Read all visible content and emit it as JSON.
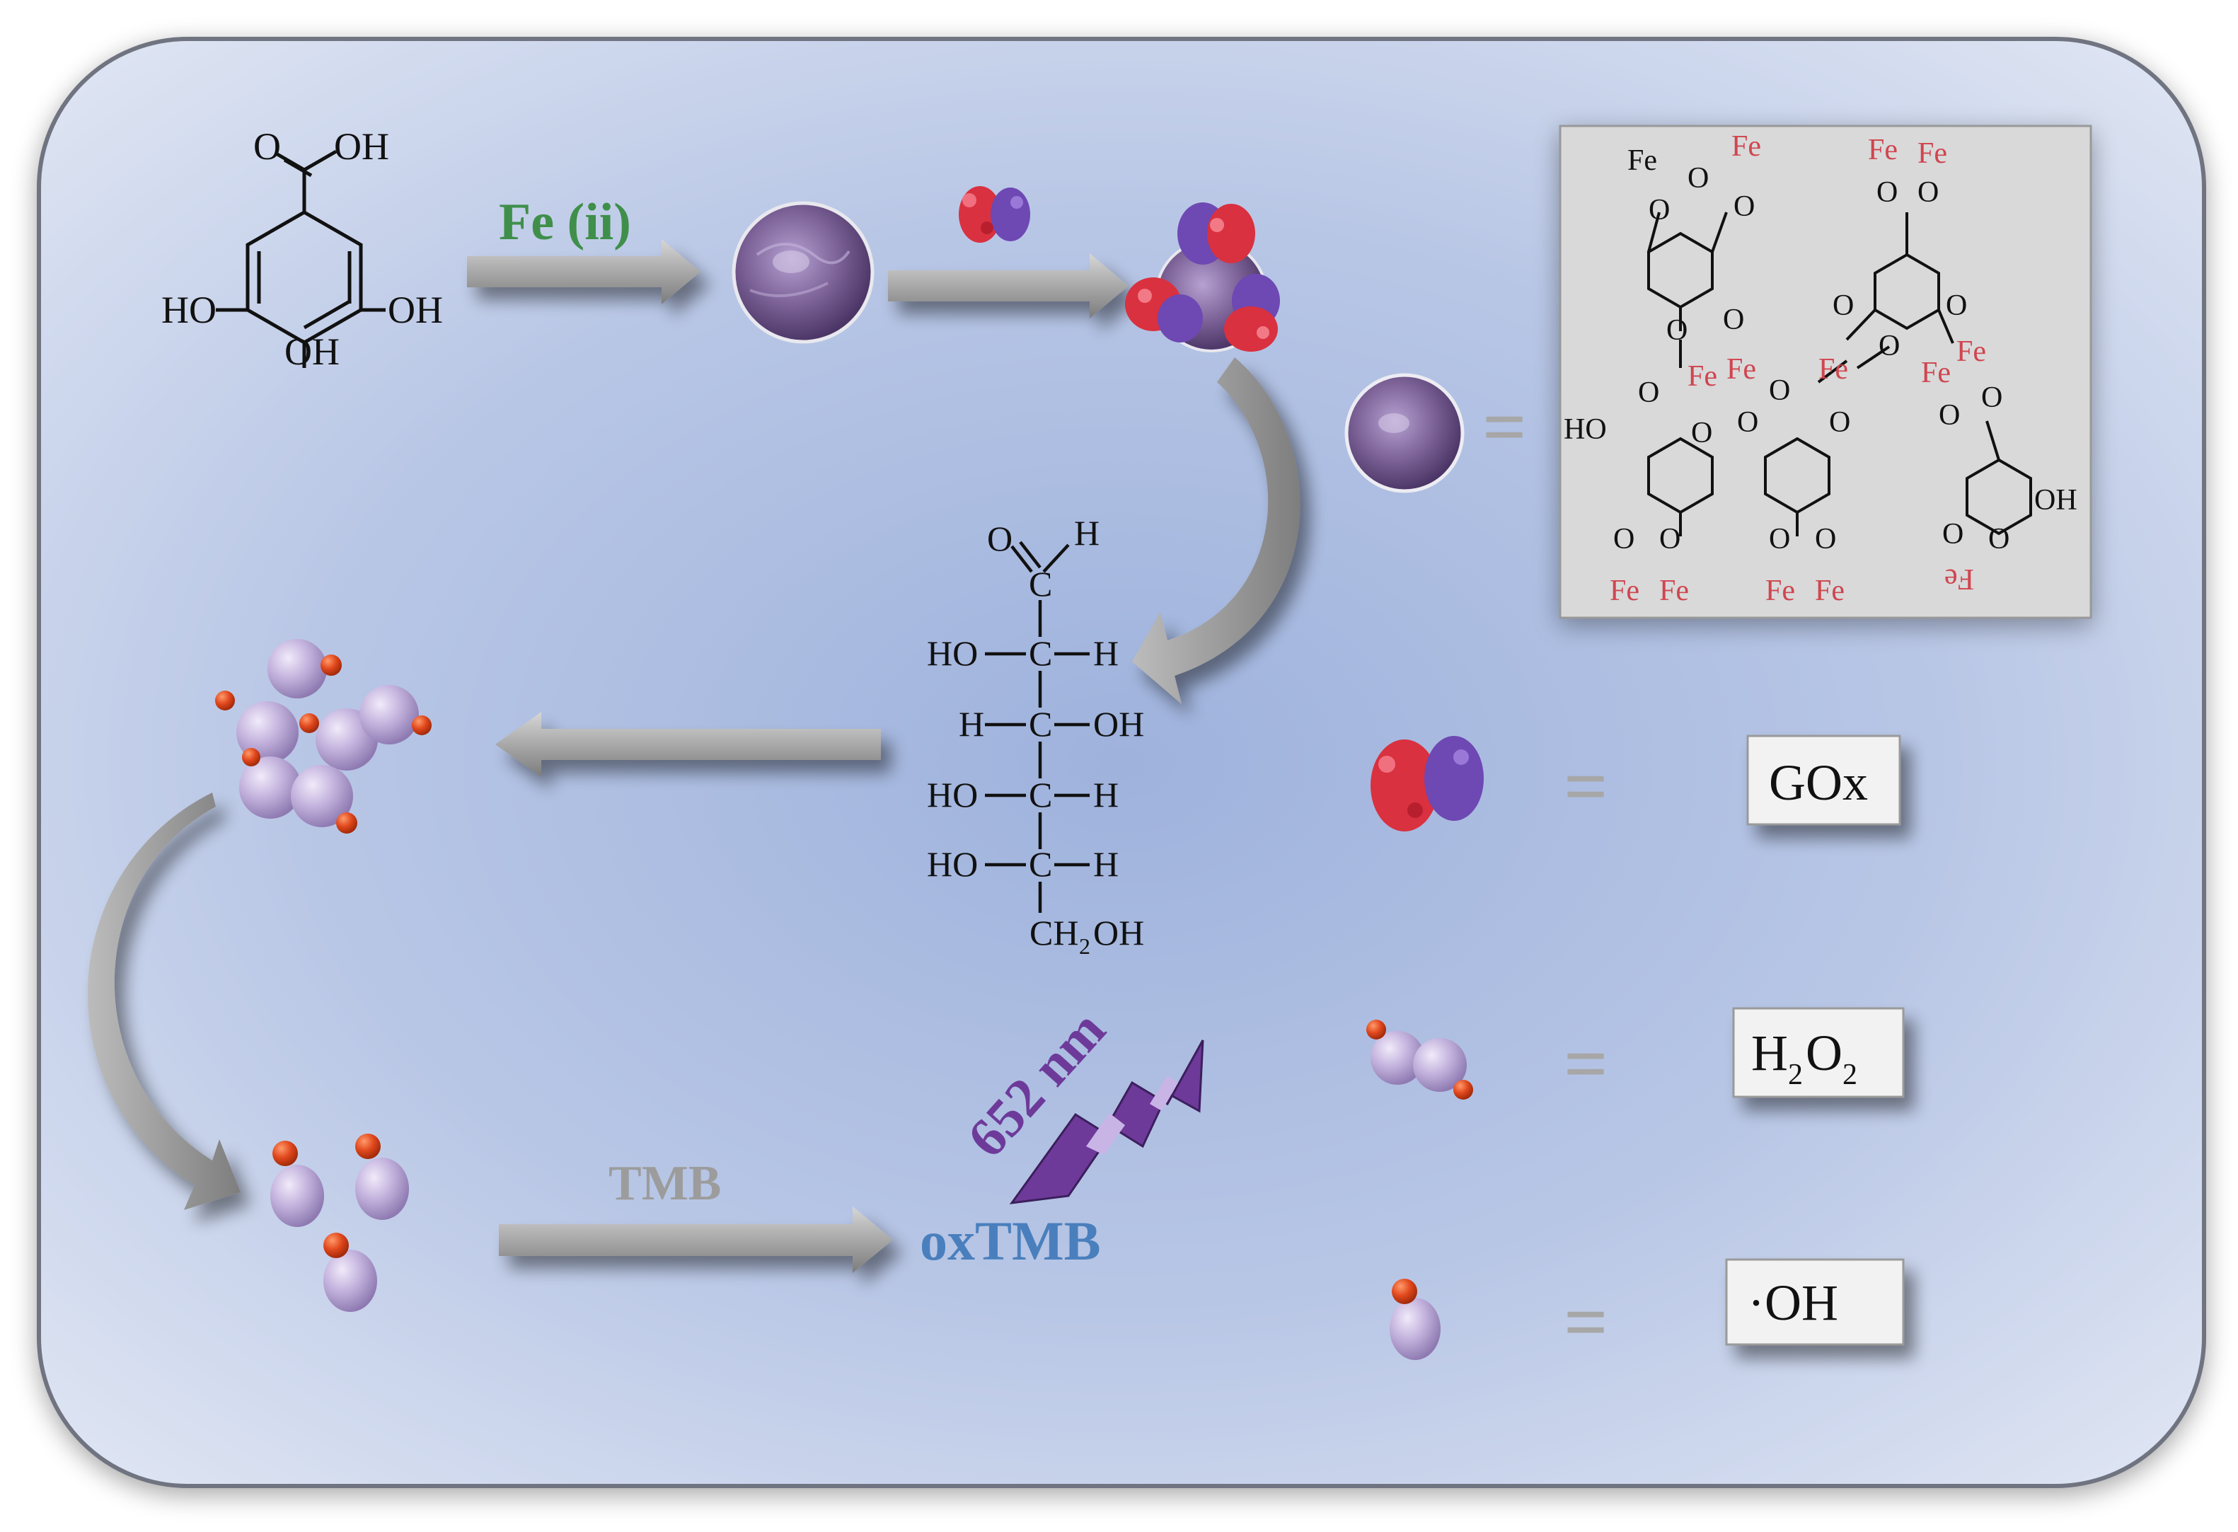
{
  "colors": {
    "panel_center": "#9fb3dc",
    "panel_edge": "#e3e9f5",
    "arrow_gray": "#9c9c9c",
    "fe_label_green": "#3f8f4a",
    "iron_red": "#d0454f",
    "nm_purple": "#6d3a9a",
    "oxtmb_blue": "#4a7fbd",
    "bubble_purple": "#b9a6d6",
    "oxygen_red": "#d8461e",
    "enzyme_red": "#d9313f",
    "enzyme_purple": "#6e48b3"
  },
  "icons": {
    "nanoparticle": "purple-sphere-icon",
    "enzyme": "gox-enzyme-icon",
    "peroxide": "h2o2-molecule-icon",
    "radical": "hydroxyl-radical-icon",
    "light": "lightning-bolt-icon"
  },
  "gallic_acid": {
    "carboxyl": "O",
    "carboxyl_oh": "OH",
    "left_oh": "HO",
    "right_oh": "OH",
    "bottom_oh": "OH"
  },
  "steps": {
    "fe_label": "Fe (ii)",
    "tmb_label": "TMB",
    "oxtmb_label": "oxTMB",
    "wavelength_label": "652 nm"
  },
  "glucose": {
    "aldehyde_o": "O",
    "aldehyde_h": "H",
    "c1": "C",
    "rows": [
      {
        "left": "HO",
        "center": "C",
        "right": "H"
      },
      {
        "left": "H",
        "center": "C",
        "right": "OH"
      },
      {
        "left": "HO",
        "center": "C",
        "right": "H"
      },
      {
        "left": "HO",
        "center": "C",
        "right": "H"
      }
    ],
    "tail_ch": "CH",
    "tail_sub": "2",
    "tail_oh": "OH"
  },
  "mof_structure": {
    "iron": "Fe",
    "oxygen": "O",
    "hydroxyl_left": "HO",
    "hydroxyl_right": "OH",
    "bonded_iron": "Fe",
    "flipped_iron": "Fe"
  },
  "legend": {
    "equals": "=",
    "gox": "GOx",
    "h2o2_h": "H",
    "h2o2_sub1": "2",
    "h2o2_o": "O",
    "h2o2_sub2": "2",
    "oh": "·OH"
  }
}
